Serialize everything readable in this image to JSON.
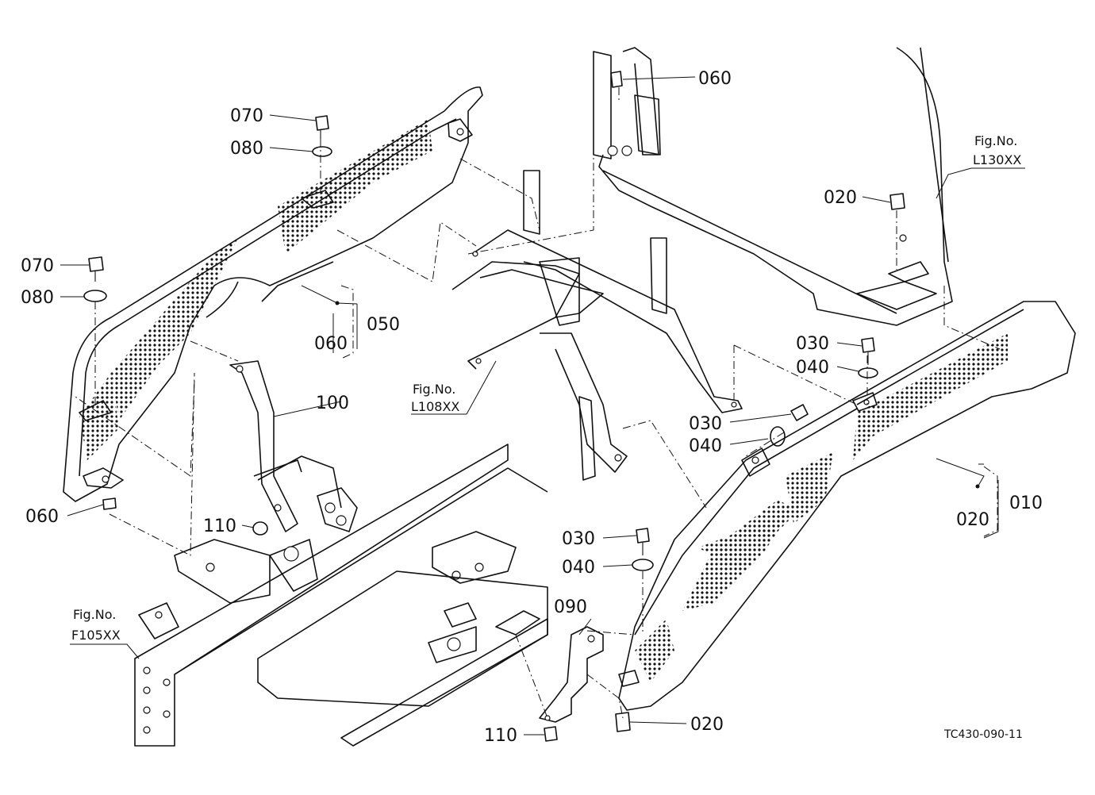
{
  "diagram_code": "TC430-090-11",
  "fig_refs": {
    "l130": {
      "title": "Fig.No.",
      "code": "L130XX"
    },
    "l108": {
      "title": "Fig.No.",
      "code": "L108XX"
    },
    "f105": {
      "title": "Fig.No.",
      "code": "F105XX"
    }
  },
  "callouts": {
    "c060_top": "060",
    "c070_top": "070",
    "c080_top": "080",
    "c070_left": "070",
    "c080_left": "080",
    "c060_group": "060",
    "c050": "050",
    "c100": "100",
    "c060_left": "060",
    "c110_mid": "110",
    "c020_top": "020",
    "c030_a": "030",
    "c040_a": "040",
    "c030_b": "030",
    "c040_b": "040",
    "c020_group": "020",
    "c010": "010",
    "c030_c": "030",
    "c040_c": "040",
    "c090": "090",
    "c110_bottom": "110",
    "c020_bottom": "020"
  }
}
